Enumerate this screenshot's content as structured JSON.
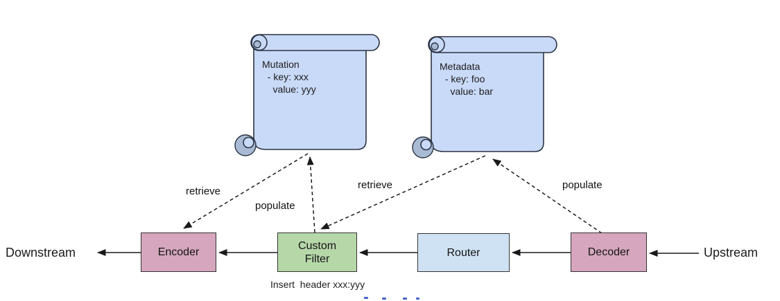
{
  "diagram": {
    "background": "#ffffff",
    "line_color": "#1a1a1a",
    "endpoints": {
      "downstream_label": "Downstream",
      "upstream_label": "Upstream"
    },
    "nodes": [
      {
        "id": "encoder",
        "label": "Encoder",
        "fill": "#d5a6bd"
      },
      {
        "id": "custom-filter",
        "label": "Custom Filter",
        "fill": "#b6d7a8"
      },
      {
        "id": "router",
        "label": "Router",
        "fill": "#cfe2f3"
      },
      {
        "id": "decoder",
        "label": "Decoder",
        "fill": "#d5a6bd"
      }
    ],
    "notes": [
      {
        "id": "mutation-note",
        "title": "Mutation",
        "line1": "  - key: xxx",
        "line2": "    value: yyy",
        "fill": "#c9daf8"
      },
      {
        "id": "metadata-note",
        "title": "Metadata",
        "line1": "  - key: foo",
        "line2": "    value: bar",
        "fill": "#c9daf8"
      }
    ],
    "flows": [
      {
        "label": "retrieve",
        "from": "mutation-note",
        "to": "encoder"
      },
      {
        "label": "populate",
        "from": "custom-filter",
        "to": "mutation-note"
      },
      {
        "label": "retrieve",
        "from": "metadata-note",
        "to": "custom-filter"
      },
      {
        "label": "populate",
        "from": "decoder",
        "to": "metadata-note"
      }
    ],
    "annotation": "Insert  header xxx:yyy",
    "clipped_fragment_color": "#4663c8"
  }
}
